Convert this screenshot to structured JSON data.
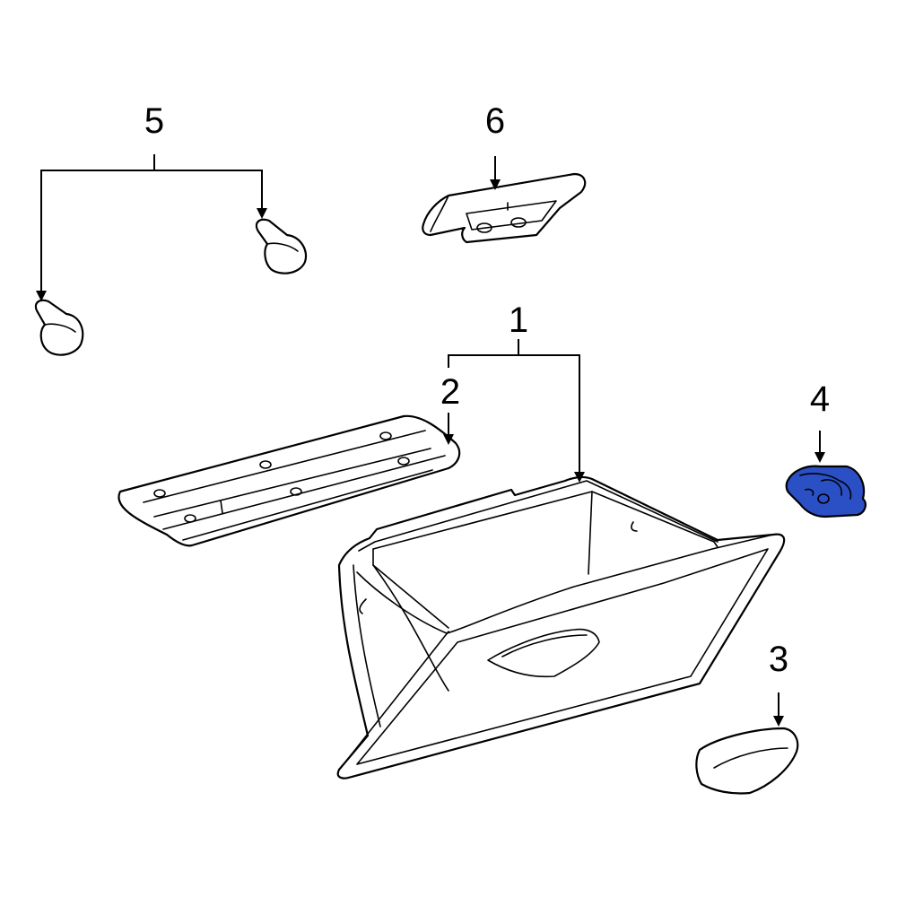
{
  "diagram": {
    "highlight_color": "#2b4fc4",
    "line_color": "#000000",
    "background": "#ffffff",
    "callouts": [
      {
        "id": "1",
        "label": "1"
      },
      {
        "id": "2",
        "label": "2"
      },
      {
        "id": "3",
        "label": "3"
      },
      {
        "id": "4",
        "label": "4"
      },
      {
        "id": "5",
        "label": "5"
      },
      {
        "id": "6",
        "label": "6"
      }
    ],
    "highlighted_part": "4"
  }
}
